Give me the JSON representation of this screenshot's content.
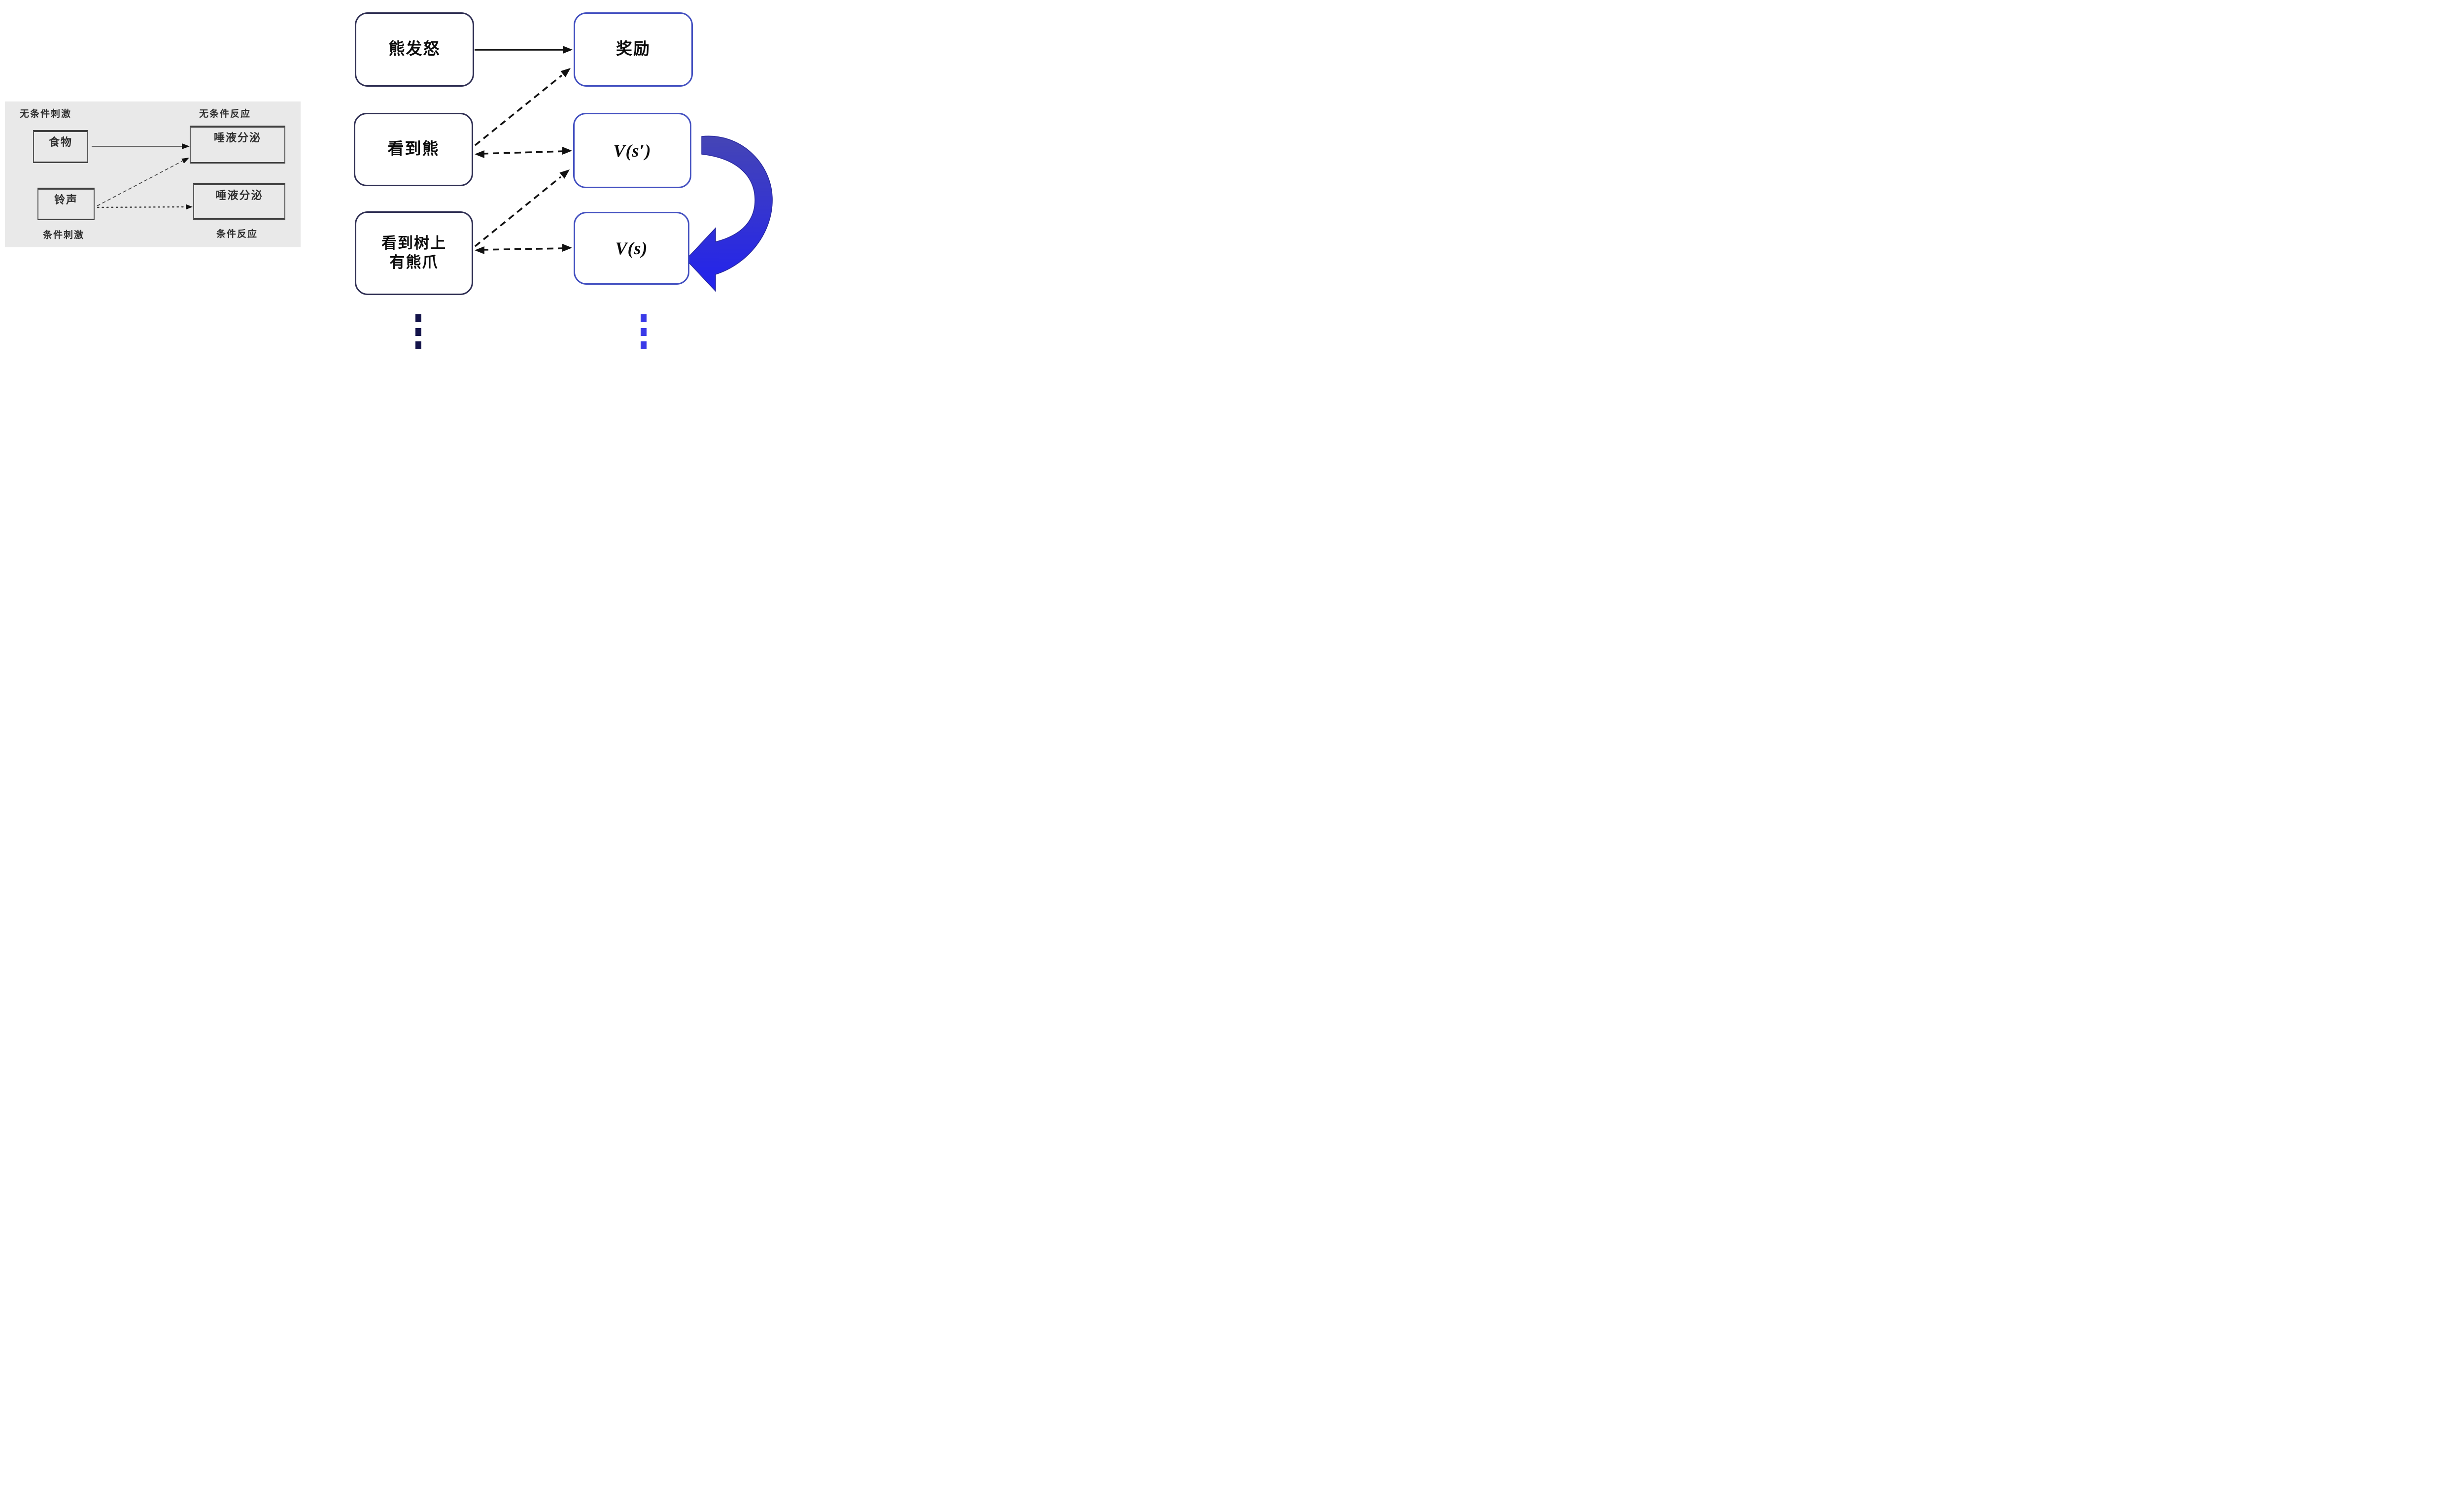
{
  "pavlov_panel": {
    "top_left_label": "无条件刺激",
    "top_right_label": "无条件反应",
    "bottom_left_label": "条件刺激",
    "bottom_right_label": "条件反应",
    "food_box_label": "食物",
    "bell_box_label": "铃声",
    "salivation_top_box_label": "唾液分泌",
    "salivation_bottom_box_label": "唾液分泌"
  },
  "rl_diagram": {
    "bear_angry_box_label": "熊发怒",
    "reward_box_label": "奖励",
    "see_bear_box_label": "看到熊",
    "value_next_state_box_label": "V(s′)",
    "see_claw_box_line1": "看到树上",
    "see_claw_box_line2": "有熊爪",
    "value_state_box_label": "V(s)"
  },
  "icons": {
    "loop_ribbon_arrow": "curved-loop-arrow from V(s') back to V(s)",
    "ellipsis_left": "vertical-ellipsis",
    "ellipsis_right": "vertical-ellipsis"
  },
  "colors": {
    "page_bg": "#ffffff",
    "panel_bg": "#e9e9e9",
    "panel_box_border": "#5a5a5a",
    "panel_box_border_dark": "#3f3f3f",
    "panel_text": "#2f2f2f",
    "panel_arrow": "#3c3c3c",
    "state_box_border": "#2e2e52",
    "value_box_border": "#4350c0",
    "black_arrow": "#111111",
    "ribbon_top": "#4545b5",
    "ribbon_bottom": "#2222ee",
    "ribbon_stroke": "#2a2a9e",
    "dots_dark": "#14144a",
    "dots_blue": "#3a3ae8"
  }
}
